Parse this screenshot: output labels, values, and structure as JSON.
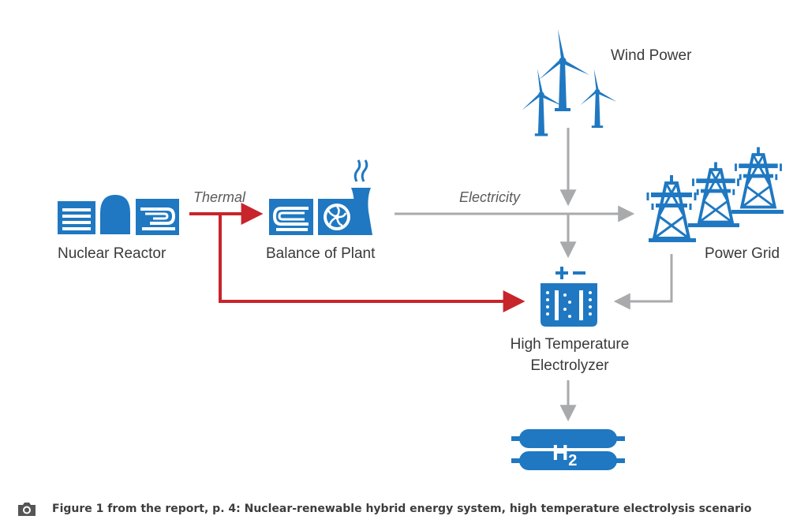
{
  "diagram": {
    "nodes": {
      "nuclear_reactor": "Nuclear Reactor",
      "balance_of_plant": "Balance of Plant",
      "wind_power": "Wind Power",
      "power_grid": "Power Grid",
      "electrolyzer_line1": "High Temperature",
      "electrolyzer_line2": "Electrolyzer",
      "hydrogen_main": "H",
      "hydrogen_sub": "2"
    },
    "flows": {
      "thermal": "Thermal",
      "electricity": "Electricity"
    },
    "colors": {
      "icon_blue": "#1f78c1",
      "thermal_red": "#c8242b",
      "electric_gray": "#a9aaac",
      "label_text": "#3a3a3a"
    }
  },
  "caption": {
    "icon": "camera-icon",
    "text": "Figure 1 from the report, p. 4: Nuclear-renewable hybrid energy system, high temperature electrolysis scenario"
  }
}
